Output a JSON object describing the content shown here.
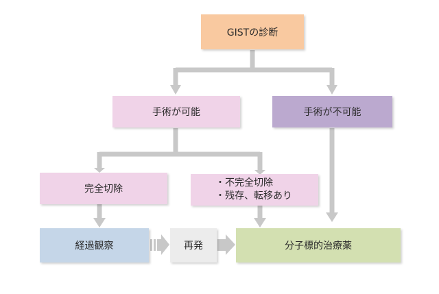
{
  "nodes": {
    "gist_diagnosis": {
      "label": "GISTの診断",
      "color": "#f9c9a0"
    },
    "surgery_possible": {
      "label": "手術が可能",
      "color": "#f0d3e8"
    },
    "surgery_impossible": {
      "label": "手術が不可能",
      "color": "#bba9cf"
    },
    "complete_resection": {
      "label": "完全切除",
      "color": "#f0d3e8"
    },
    "incomplete_resection": {
      "line1": "・不完全切除",
      "line2": "・残存、転移あり",
      "color": "#f0d3e8"
    },
    "observation": {
      "label": "経過観察",
      "color": "#c5d6e8"
    },
    "recurrence": {
      "label": "再発",
      "color": "#ececec"
    },
    "molecular_therapy": {
      "label": "分子標的治療薬",
      "color": "#d3e0b1"
    }
  },
  "connector_color": "#c8c8c8"
}
